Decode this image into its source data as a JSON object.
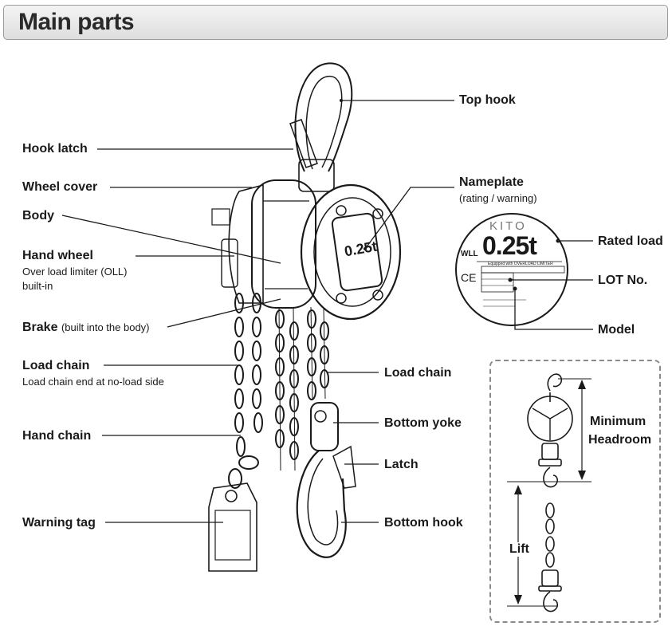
{
  "header": {
    "title": "Main parts"
  },
  "labels": {
    "top_hook": "Top hook",
    "hook_latch": "Hook latch",
    "wheel_cover": "Wheel cover",
    "body": "Body",
    "hand_wheel": "Hand wheel",
    "hand_wheel_note_1": "Over load limiter (OLL)",
    "hand_wheel_note_2": "built-in",
    "brake": "Brake",
    "brake_note": "(built into the body)",
    "load_chain_left": "Load chain",
    "load_chain_note": "Load chain end at no-load side",
    "hand_chain": "Hand chain",
    "warning_tag": "Warning tag",
    "nameplate": "Nameplate",
    "nameplate_note": "(rating / warning)",
    "rated_load": "Rated load",
    "lot_no": "LOT No.",
    "model": "Model",
    "load_chain_right": "Load chain",
    "bottom_yoke": "Bottom yoke",
    "latch": "Latch",
    "bottom_hook": "Bottom hook",
    "minimum_headroom_1": "Minimum",
    "minimum_headroom_2": "Headroom",
    "lift": "Lift"
  },
  "hoist_face": {
    "rating": "0.25t"
  },
  "nameplate_plate": {
    "brand": "KITO",
    "wll": "WLL",
    "rating": "0.25t",
    "equipped": "Equipped with OVERLOAD LIMITER",
    "ce": "CE"
  },
  "colors": {
    "line": "#1a1a1a",
    "header_border": "#9a9a9a",
    "dash": "#8a8a8a"
  }
}
